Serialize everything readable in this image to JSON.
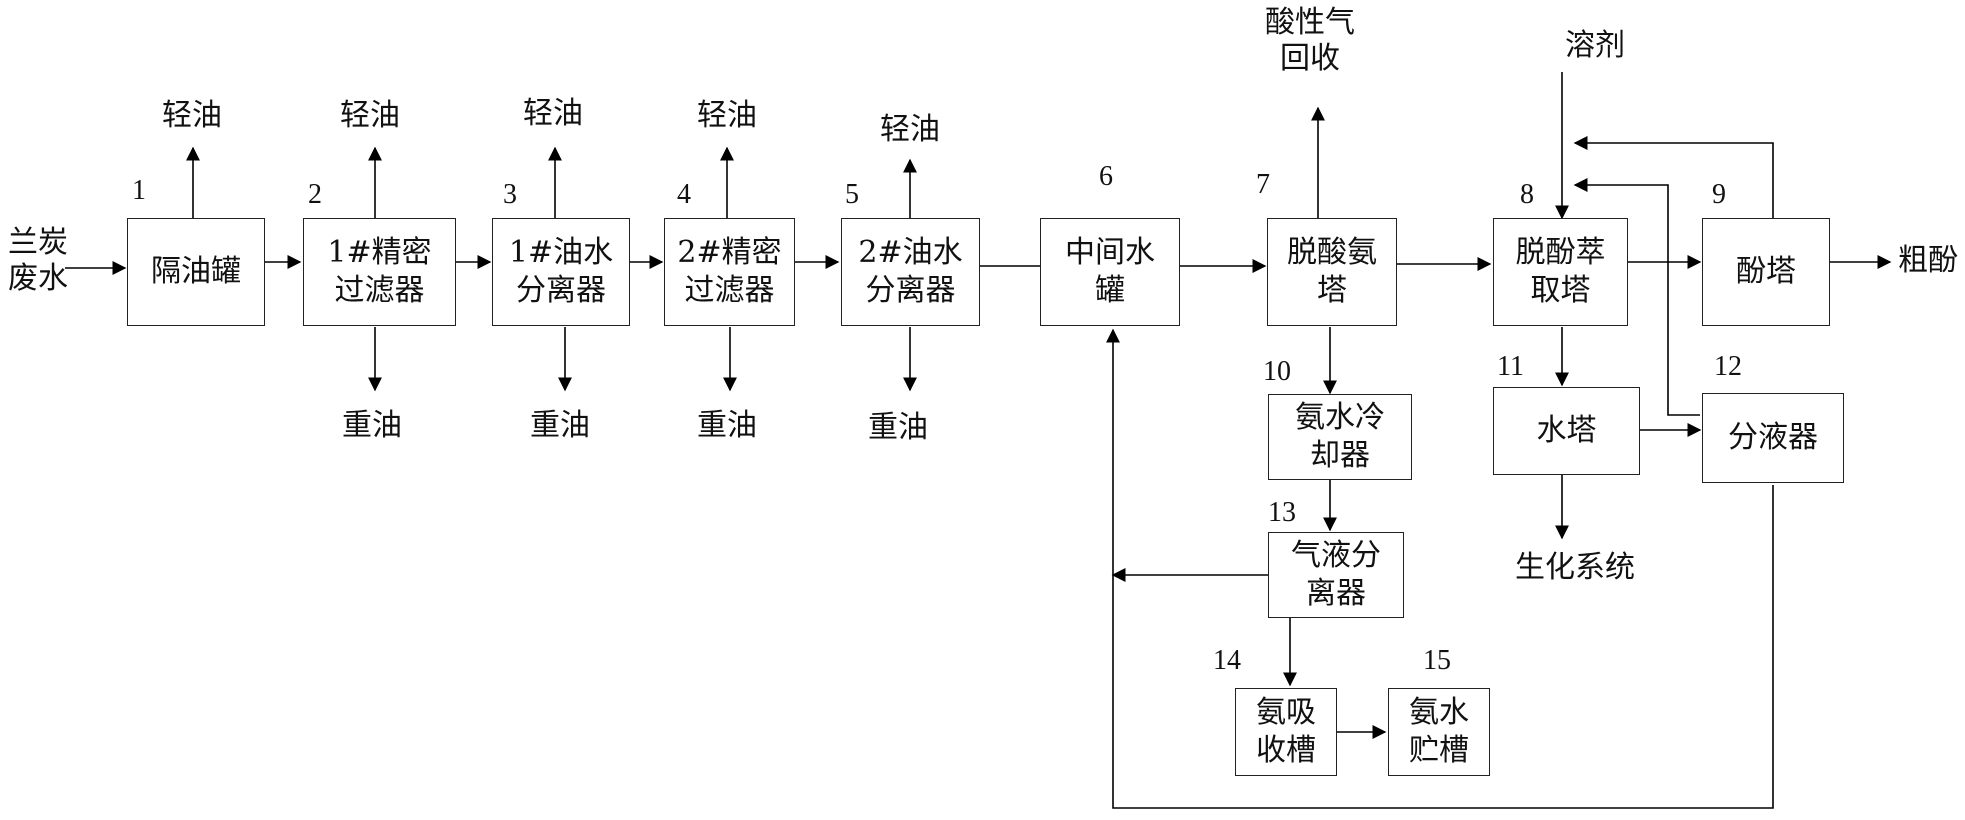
{
  "input": {
    "label": "兰炭\n废水"
  },
  "units": [
    {
      "number": "1",
      "label": "隔油罐"
    },
    {
      "number": "2",
      "label": "1#精密\n过滤器"
    },
    {
      "number": "3",
      "label": "1#油水\n分离器"
    },
    {
      "number": "4",
      "label": "2#精密\n过滤器"
    },
    {
      "number": "5",
      "label": "2#油水\n分离器"
    },
    {
      "number": "6",
      "label": "中间水\n罐"
    },
    {
      "number": "7",
      "label": "脱酸氨\n塔"
    },
    {
      "number": "8",
      "label": "脱酚萃\n取塔"
    },
    {
      "number": "9",
      "label": "酚塔"
    },
    {
      "number": "10",
      "label": "氨水冷\n却器"
    },
    {
      "number": "11",
      "label": "水塔"
    },
    {
      "number": "12",
      "label": "分液器"
    },
    {
      "number": "13",
      "label": "气液分\n离器"
    },
    {
      "number": "14",
      "label": "氨吸\n收槽"
    },
    {
      "number": "15",
      "label": "氨水\n贮槽"
    }
  ],
  "outputs": {
    "light_oil": [
      "轻油",
      "轻油",
      "轻油",
      "轻油",
      "轻油"
    ],
    "heavy_oil": [
      "重油",
      "重油",
      "重油",
      "重油"
    ],
    "acid_gas": "酸性气\n回收",
    "solvent": "溶剂",
    "crude_phenol": "粗酚",
    "biochem": "生化系统"
  }
}
